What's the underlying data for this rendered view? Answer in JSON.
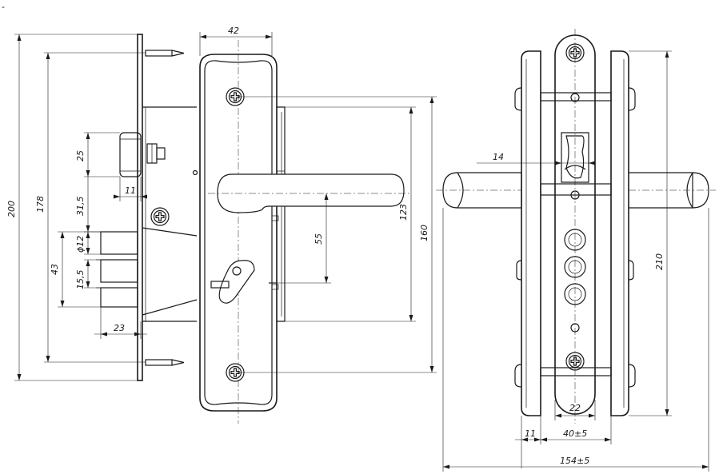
{
  "corner_mark": "-",
  "dimensions": {
    "d42": "42",
    "d200": "200",
    "d178": "178",
    "d25": "25",
    "d11_top": "11",
    "d31_5": "31,5",
    "d12": "ϕ12",
    "d43": "43",
    "d15_5": "15,5",
    "d23": "23",
    "d55": "55",
    "d123": "123",
    "d160": "160",
    "d14": "14",
    "d210": "210",
    "d22": "22",
    "d11_bottom": "11",
    "d40": "40±5",
    "d154": "154±5"
  }
}
